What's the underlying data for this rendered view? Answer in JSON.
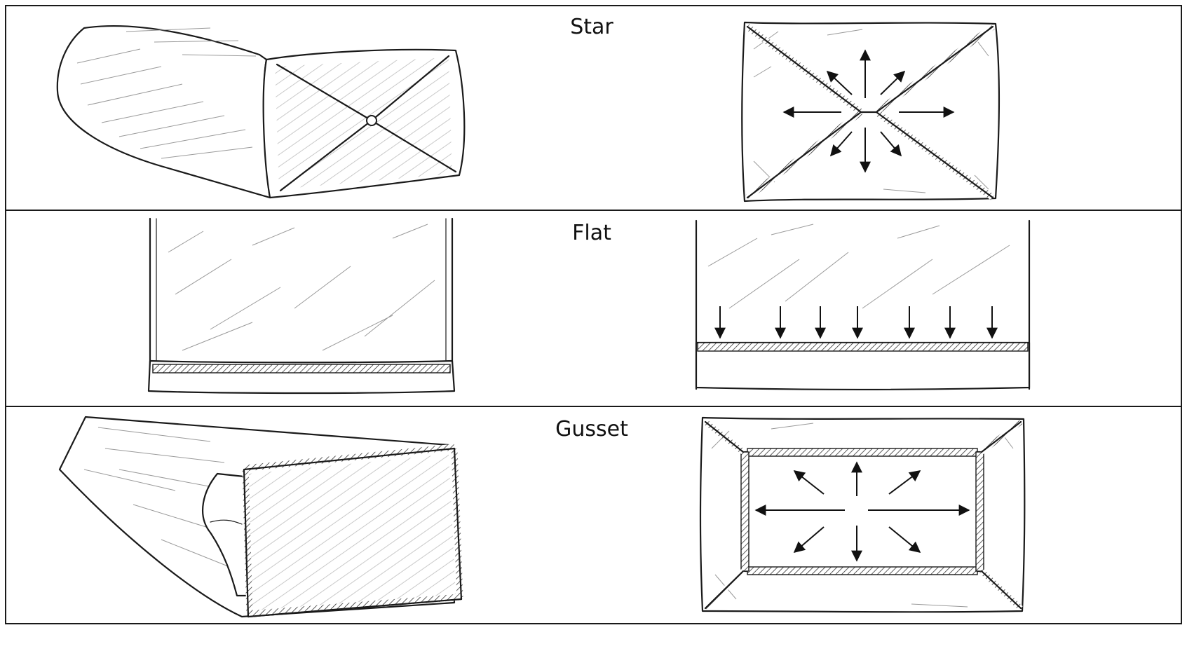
{
  "panels": [
    {
      "id": "star",
      "title": "Star"
    },
    {
      "id": "flat",
      "title": "Flat"
    },
    {
      "id": "gusset",
      "title": "Gusset"
    }
  ],
  "colors": {
    "line": "#1a1a1a",
    "background": "#ffffff",
    "hatch": "#9a9a9a"
  },
  "icons": {
    "direction_marker": "arrow-icon"
  }
}
